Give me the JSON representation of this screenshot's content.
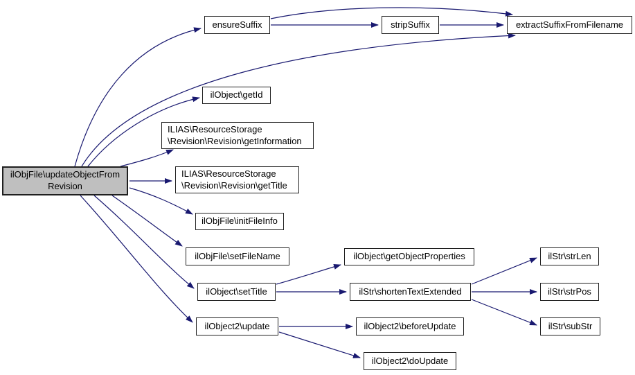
{
  "diagram": {
    "type": "call-graph",
    "description": "Doxygen call graph for ilObjFile::updateObjectFromRevision",
    "colors": {
      "background": "#ffffff",
      "edge": "#191970",
      "node_border": "#1f1f1f",
      "node_fill": "#ffffff",
      "highlight_fill": "#bfbfbf",
      "text": "#000000"
    },
    "nodes": [
      {
        "id": "update-object-from-revision",
        "label": "ilObjFile\\updateObjectFrom\nRevision",
        "highlighted": true
      },
      {
        "id": "ensure-suffix",
        "label": "ensureSuffix",
        "highlighted": false
      },
      {
        "id": "strip-suffix",
        "label": "stripSuffix",
        "highlighted": false
      },
      {
        "id": "extract-suffix-from-filename",
        "label": "extractSuffixFromFilename",
        "highlighted": false
      },
      {
        "id": "get-id",
        "label": "ilObject\\getId",
        "highlighted": false
      },
      {
        "id": "get-information",
        "label": "ILIAS\\ResourceStorage\n\\Revision\\Revision\\getInformation",
        "highlighted": false
      },
      {
        "id": "get-title",
        "label": "ILIAS\\ResourceStorage\n\\Revision\\Revision\\getTitle",
        "highlighted": false
      },
      {
        "id": "init-file-info",
        "label": "ilObjFile\\initFileInfo",
        "highlighted": false
      },
      {
        "id": "set-file-name",
        "label": "ilObjFile\\setFileName",
        "highlighted": false
      },
      {
        "id": "set-title",
        "label": "ilObject\\setTitle",
        "highlighted": false
      },
      {
        "id": "update",
        "label": "ilObject2\\update",
        "highlighted": false
      },
      {
        "id": "get-object-properties",
        "label": "ilObject\\getObjectProperties",
        "highlighted": false
      },
      {
        "id": "shorten-text-extended",
        "label": "ilStr\\shortenTextExtended",
        "highlighted": false
      },
      {
        "id": "before-update",
        "label": "ilObject2\\beforeUpdate",
        "highlighted": false
      },
      {
        "id": "do-update",
        "label": "ilObject2\\doUpdate",
        "highlighted": false
      },
      {
        "id": "str-len",
        "label": "ilStr\\strLen",
        "highlighted": false
      },
      {
        "id": "str-pos",
        "label": "ilStr\\strPos",
        "highlighted": false
      },
      {
        "id": "sub-str",
        "label": "ilStr\\subStr",
        "highlighted": false
      }
    ],
    "edges": [
      {
        "from": "update-object-from-revision",
        "to": "ensure-suffix"
      },
      {
        "from": "update-object-from-revision",
        "to": "extract-suffix-from-filename"
      },
      {
        "from": "update-object-from-revision",
        "to": "get-id"
      },
      {
        "from": "update-object-from-revision",
        "to": "get-information"
      },
      {
        "from": "update-object-from-revision",
        "to": "get-title"
      },
      {
        "from": "update-object-from-revision",
        "to": "init-file-info"
      },
      {
        "from": "update-object-from-revision",
        "to": "set-file-name"
      },
      {
        "from": "update-object-from-revision",
        "to": "set-title"
      },
      {
        "from": "update-object-from-revision",
        "to": "update"
      },
      {
        "from": "ensure-suffix",
        "to": "strip-suffix"
      },
      {
        "from": "ensure-suffix",
        "to": "extract-suffix-from-filename"
      },
      {
        "from": "strip-suffix",
        "to": "extract-suffix-from-filename"
      },
      {
        "from": "set-title",
        "to": "get-object-properties"
      },
      {
        "from": "set-title",
        "to": "shorten-text-extended"
      },
      {
        "from": "shorten-text-extended",
        "to": "str-len"
      },
      {
        "from": "shorten-text-extended",
        "to": "str-pos"
      },
      {
        "from": "shorten-text-extended",
        "to": "sub-str"
      },
      {
        "from": "update",
        "to": "before-update"
      },
      {
        "from": "update",
        "to": "do-update"
      }
    ]
  }
}
